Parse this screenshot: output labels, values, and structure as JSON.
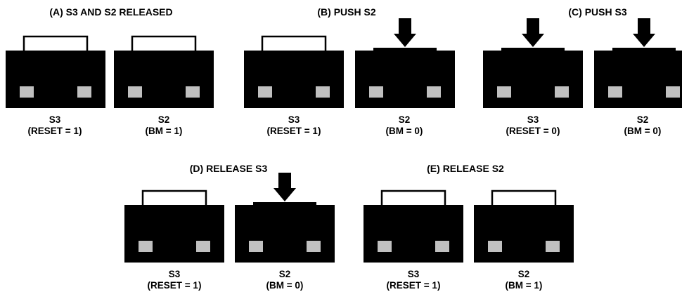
{
  "colors": {
    "body": "#000000",
    "pad": "#c0c0c0",
    "background": "#ffffff"
  },
  "panels": [
    {
      "title": "(A) S3 AND S2 RELEASED",
      "buttons": [
        {
          "name": "S3",
          "state": "(RESET = 1)",
          "pressed": false,
          "arrow": false
        },
        {
          "name": "S2",
          "state": "(BM = 1)",
          "pressed": false,
          "arrow": false
        }
      ]
    },
    {
      "title": "(B) PUSH S2",
      "buttons": [
        {
          "name": "S3",
          "state": "(RESET = 1)",
          "pressed": false,
          "arrow": false
        },
        {
          "name": "S2",
          "state": "(BM = 0)",
          "pressed": true,
          "arrow": true
        }
      ]
    },
    {
      "title": "(C) PUSH S3",
      "buttons": [
        {
          "name": "S3",
          "state": "(RESET = 0)",
          "pressed": true,
          "arrow": true
        },
        {
          "name": "S2",
          "state": "(BM = 0)",
          "pressed": true,
          "arrow": true
        }
      ]
    },
    {
      "title": "(D) RELEASE S3",
      "buttons": [
        {
          "name": "S3",
          "state": "(RESET = 1)",
          "pressed": false,
          "arrow": false
        },
        {
          "name": "S2",
          "state": "(BM = 0)",
          "pressed": true,
          "arrow": true
        }
      ]
    },
    {
      "title": "(E) RELEASE S2",
      "buttons": [
        {
          "name": "S3",
          "state": "(RESET = 1)",
          "pressed": false,
          "arrow": false
        },
        {
          "name": "S2",
          "state": "(BM = 1)",
          "pressed": false,
          "arrow": false
        }
      ]
    }
  ]
}
